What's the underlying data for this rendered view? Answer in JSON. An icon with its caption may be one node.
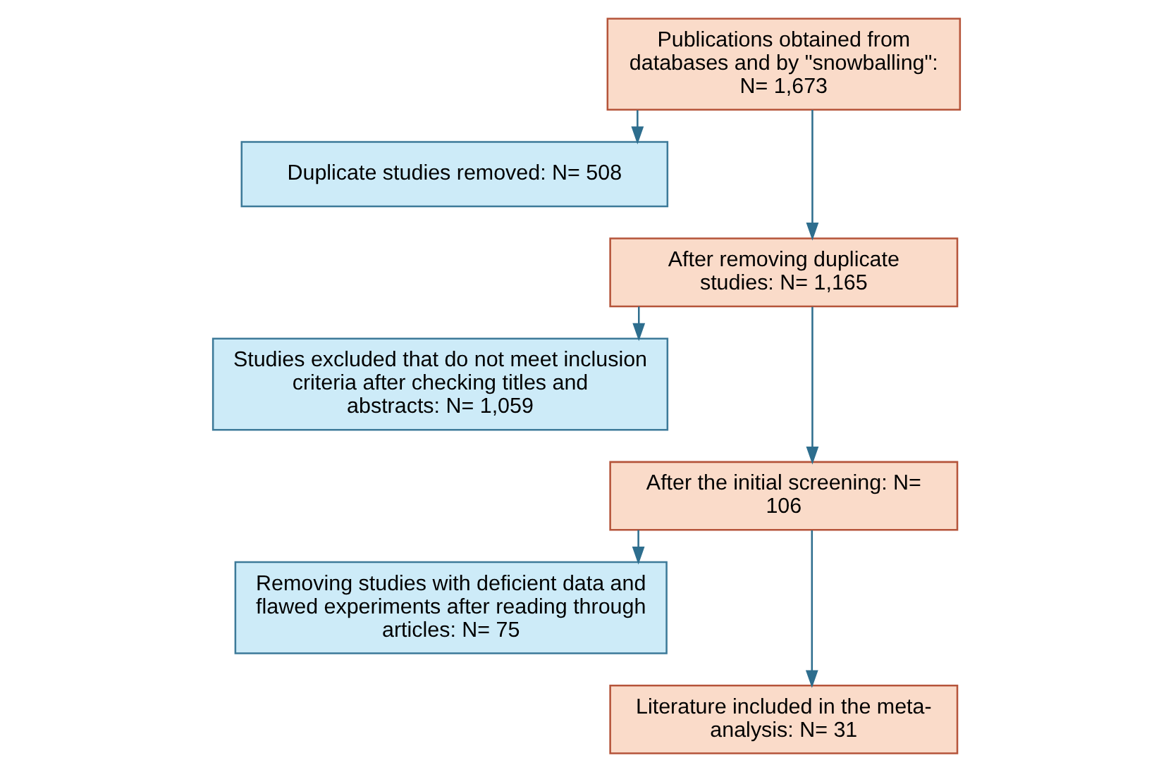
{
  "diagram": {
    "nodes": [
      {
        "text": [
          "Publications obtained from databases and by \"snowballing\": N= 1,673"
        ]
      },
      {
        "text": [
          "Duplicate studies removed: N= 508"
        ]
      },
      {
        "text": [
          "After removing duplicate studies: N= 1,165"
        ]
      },
      {
        "text": [
          "Studies excluded that do not meet inclusion criteria after checking titles and abstracts: N= 1,059"
        ]
      },
      {
        "text": [
          "After the initial screening: N= 106"
        ]
      },
      {
        "text": [
          "Removing studies with deficient data and flawed experiments after reading through articles: N= 75"
        ]
      },
      {
        "text": [
          "Literature included in the meta-analysis: N= 31"
        ]
      }
    ],
    "edges": [
      {
        "from": 0,
        "to": 2,
        "arrow": "to"
      },
      {
        "from": 0,
        "to": 1,
        "arrow": "to"
      },
      {
        "from": 2,
        "to": 4,
        "arrow": "to"
      },
      {
        "from": 2,
        "to": 3,
        "arrow": "to"
      },
      {
        "from": 4,
        "to": 6,
        "arrow": "to"
      },
      {
        "from": 4,
        "to": 5,
        "arrow": "to"
      }
    ]
  }
}
